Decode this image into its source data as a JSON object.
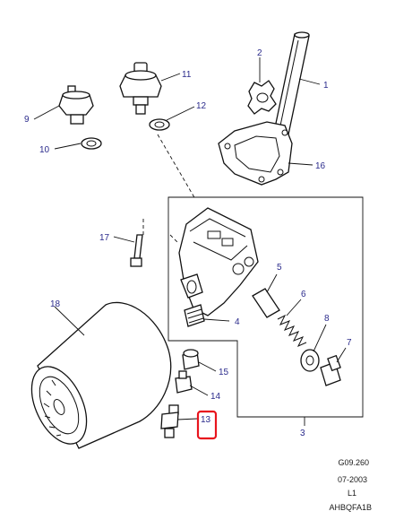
{
  "callouts": {
    "c1": "1",
    "c2": "2",
    "c3": "3",
    "c4": "4",
    "c5": "5",
    "c6": "6",
    "c7": "7",
    "c8": "8",
    "c9": "9",
    "c10": "10",
    "c11": "11",
    "c12": "12",
    "c13": "13",
    "c14": "14",
    "c15": "15",
    "c16": "16",
    "c17": "17",
    "c18": "18"
  },
  "footer": {
    "figure_code": "G09.260",
    "date": "07-2003",
    "level": "L1",
    "reference": "AHBQFA1B"
  },
  "highlight": {
    "part": "13",
    "color": "#e8141d"
  }
}
